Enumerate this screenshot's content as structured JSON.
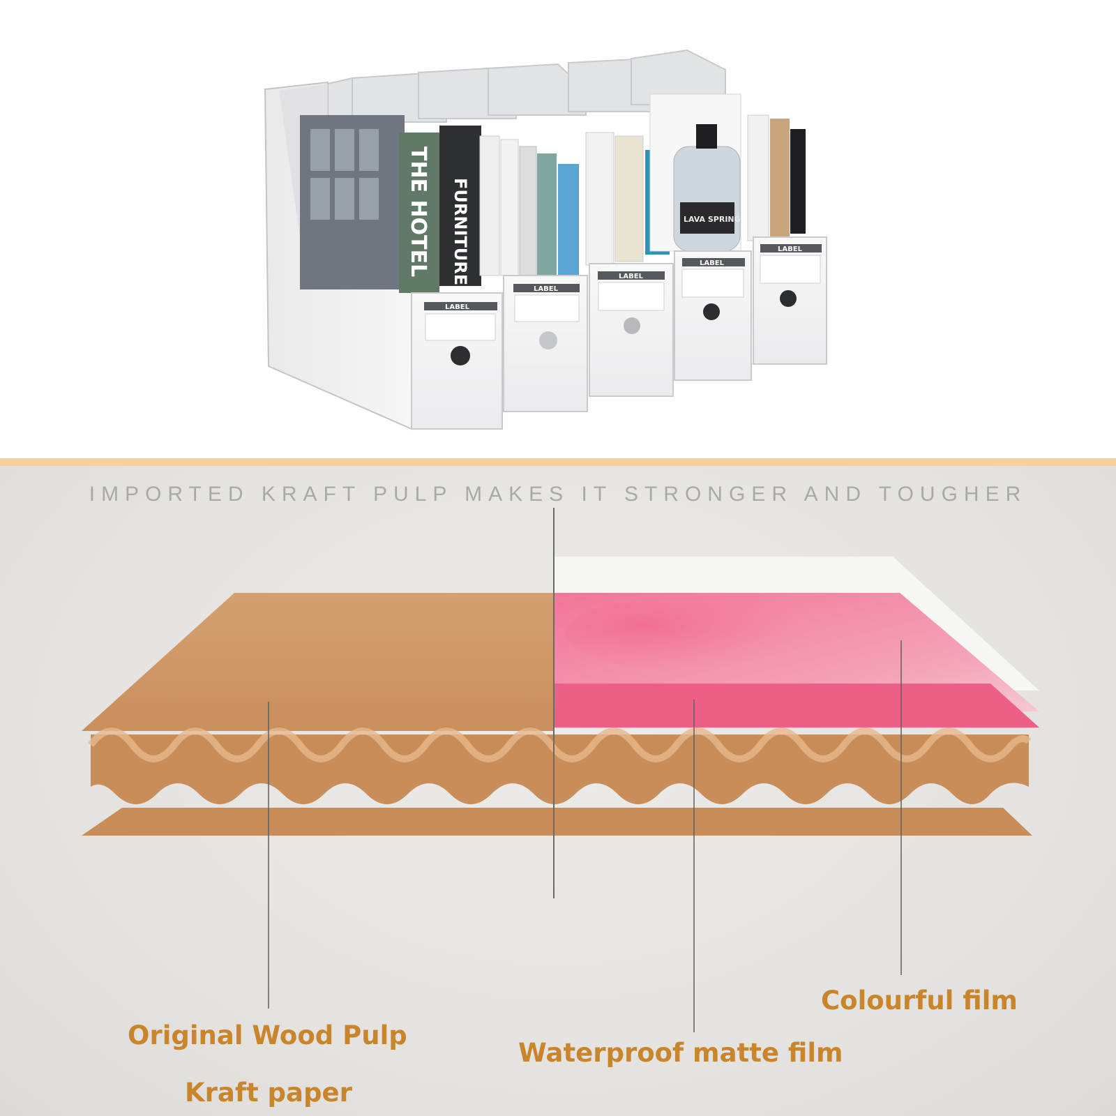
{
  "organizer": {
    "label_tags": [
      "LABEL",
      "LABEL",
      "LABEL",
      "LABEL",
      "LABEL"
    ],
    "book_titles": {
      "hotel": "THE HOTEL",
      "furniture": "FURNITURE"
    },
    "bottle_label": "LAVA SPRING"
  },
  "diagram": {
    "headline": "IMPORTED KRAFT PULP MAKES IT STRONGER AND TOUGHER",
    "callouts": {
      "wood_pulp_line1": "Original Wood Pulp",
      "wood_pulp_line2": "Kraft paper",
      "matte_film": "Waterproof matte film",
      "colourful_film": "Colourful film"
    },
    "colors": {
      "kraft": "#cf9a6a",
      "pink": "#f07090",
      "accent_text": "#c9852c",
      "divider": "#f6cf9f"
    }
  }
}
